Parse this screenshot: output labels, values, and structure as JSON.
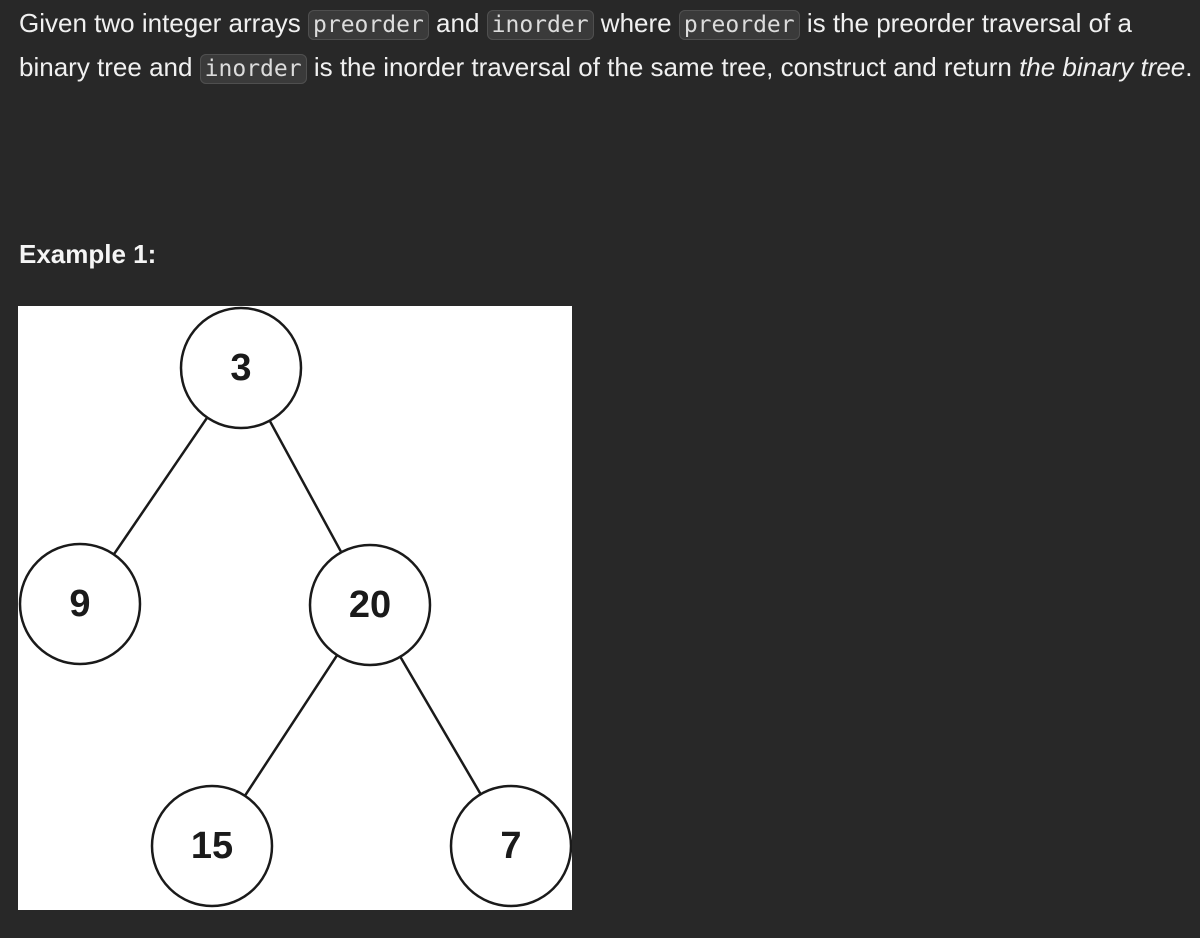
{
  "description": {
    "part1": "Given two integer arrays ",
    "code1": "preorder",
    "part2": " and ",
    "code2": "inorder",
    "part3": " where ",
    "code3": "preorder",
    "part4": " is the preorder traversal of a binary tree and ",
    "code4": "inorder",
    "part5": " is the inorder traversal of the same tree, construct and return ",
    "italic": "the binary tree",
    "part6": "."
  },
  "example": {
    "heading": "Example 1:"
  },
  "tree": {
    "nodes": [
      {
        "id": "n3",
        "label": "3"
      },
      {
        "id": "n9",
        "label": "9"
      },
      {
        "id": "n20",
        "label": "20"
      },
      {
        "id": "n15",
        "label": "15"
      },
      {
        "id": "n7",
        "label": "7"
      }
    ],
    "edges": [
      {
        "from": "n3",
        "to": "n9"
      },
      {
        "from": "n3",
        "to": "n20"
      },
      {
        "from": "n20",
        "to": "n15"
      },
      {
        "from": "n20",
        "to": "n7"
      }
    ]
  }
}
